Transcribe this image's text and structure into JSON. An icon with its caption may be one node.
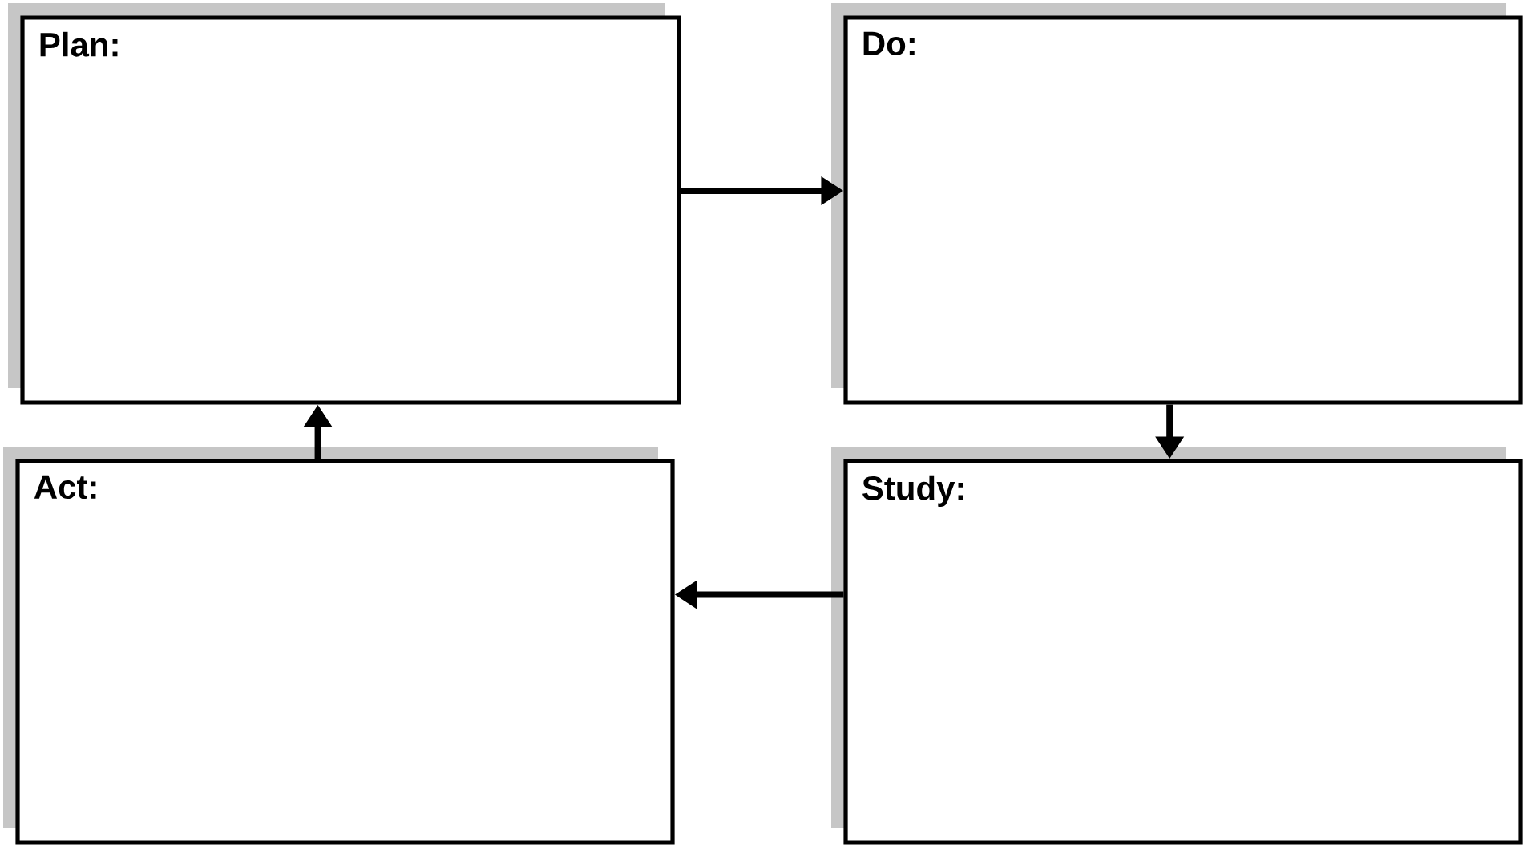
{
  "diagram": {
    "nodes": [
      {
        "text": [
          "Plan:"
        ]
      },
      {
        "text": [
          "Do:"
        ]
      },
      {
        "text": [
          "Act:"
        ]
      },
      {
        "text": [
          "Study:"
        ]
      }
    ],
    "edges": [
      {
        "from": 0,
        "to": 1,
        "arrow": "to"
      },
      {
        "from": 1,
        "to": 3,
        "arrow": "to"
      },
      {
        "from": 3,
        "to": 2,
        "arrow": "to"
      },
      {
        "from": 2,
        "to": 0,
        "arrow": "to"
      }
    ]
  }
}
